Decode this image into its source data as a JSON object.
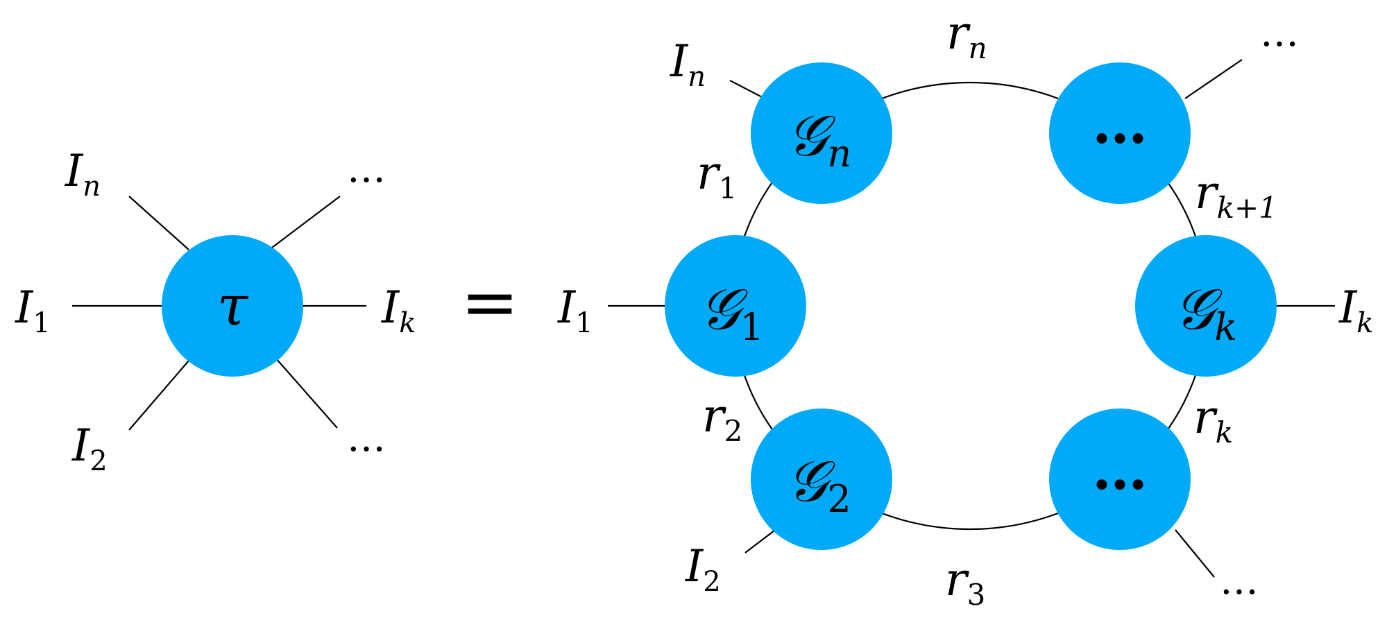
{
  "colors": {
    "node_fill": "#00AAF7",
    "line": "#000000",
    "background": "#ffffff"
  },
  "left_tensor": {
    "node": "τ",
    "legs": {
      "in": {
        "main": "I",
        "sub": "n"
      },
      "i1": {
        "main": "I",
        "sub": "1"
      },
      "i2": {
        "main": "I",
        "sub": "2"
      },
      "ik": {
        "main": "I",
        "sub": "k"
      },
      "top_right": "…",
      "bottom_right": "…"
    }
  },
  "equals": "=",
  "ring": {
    "nodes": {
      "g1": {
        "main": "𝒢",
        "sub": "1"
      },
      "g2": {
        "main": "𝒢",
        "sub": "2"
      },
      "gn": {
        "main": "𝒢",
        "sub": "n"
      },
      "gk": {
        "main": "𝒢",
        "sub": "k"
      },
      "top_dots": "…",
      "bottom_dots": "…"
    },
    "bonds": {
      "r1": {
        "main": "r",
        "sub": "1"
      },
      "r2": {
        "main": "r",
        "sub": "2"
      },
      "r3": {
        "main": "r",
        "sub": "3"
      },
      "rn": {
        "main": "r",
        "sub": "n"
      },
      "rk": {
        "main": "r",
        "sub": "k"
      },
      "rk1": {
        "main": "r",
        "sub": "k+1"
      }
    },
    "legs": {
      "i1": {
        "main": "I",
        "sub": "1"
      },
      "i2": {
        "main": "I",
        "sub": "2"
      },
      "in": {
        "main": "I",
        "sub": "n"
      },
      "ik": {
        "main": "I",
        "sub": "k"
      },
      "top_right": "…",
      "bottom_right": "…"
    }
  }
}
